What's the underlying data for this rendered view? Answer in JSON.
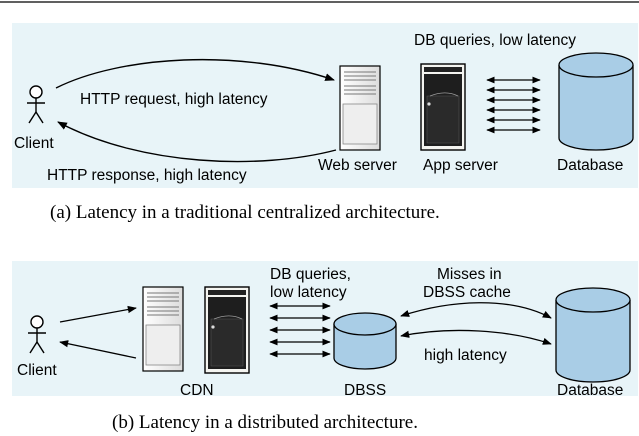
{
  "panel_a": {
    "caption": "(a) Latency in a traditional centralized architecture.",
    "client_label": "Client",
    "request_label": "HTTP request, high latency",
    "response_label": "HTTP response, high latency",
    "web_server_label": "Web server",
    "app_server_label": "App server",
    "database_label": "Database",
    "db_queries_label": "DB queries, low latency",
    "colors": {
      "panel_bg": "#e8f4f8",
      "database_fill": "#a9cde6"
    }
  },
  "panel_b": {
    "caption": "(b) Latency in a distributed architecture.",
    "client_label": "Client",
    "cdn_label": "CDN",
    "dbss_label": "DBSS",
    "database_label": "Database",
    "db_queries_line1": "DB queries,",
    "db_queries_line2": "low latency",
    "misses_line1": "Misses in",
    "misses_line2": "DBSS cache",
    "high_latency_label": "high latency",
    "colors": {
      "panel_bg": "#e8f4f8",
      "database_fill": "#a9cde6"
    }
  }
}
